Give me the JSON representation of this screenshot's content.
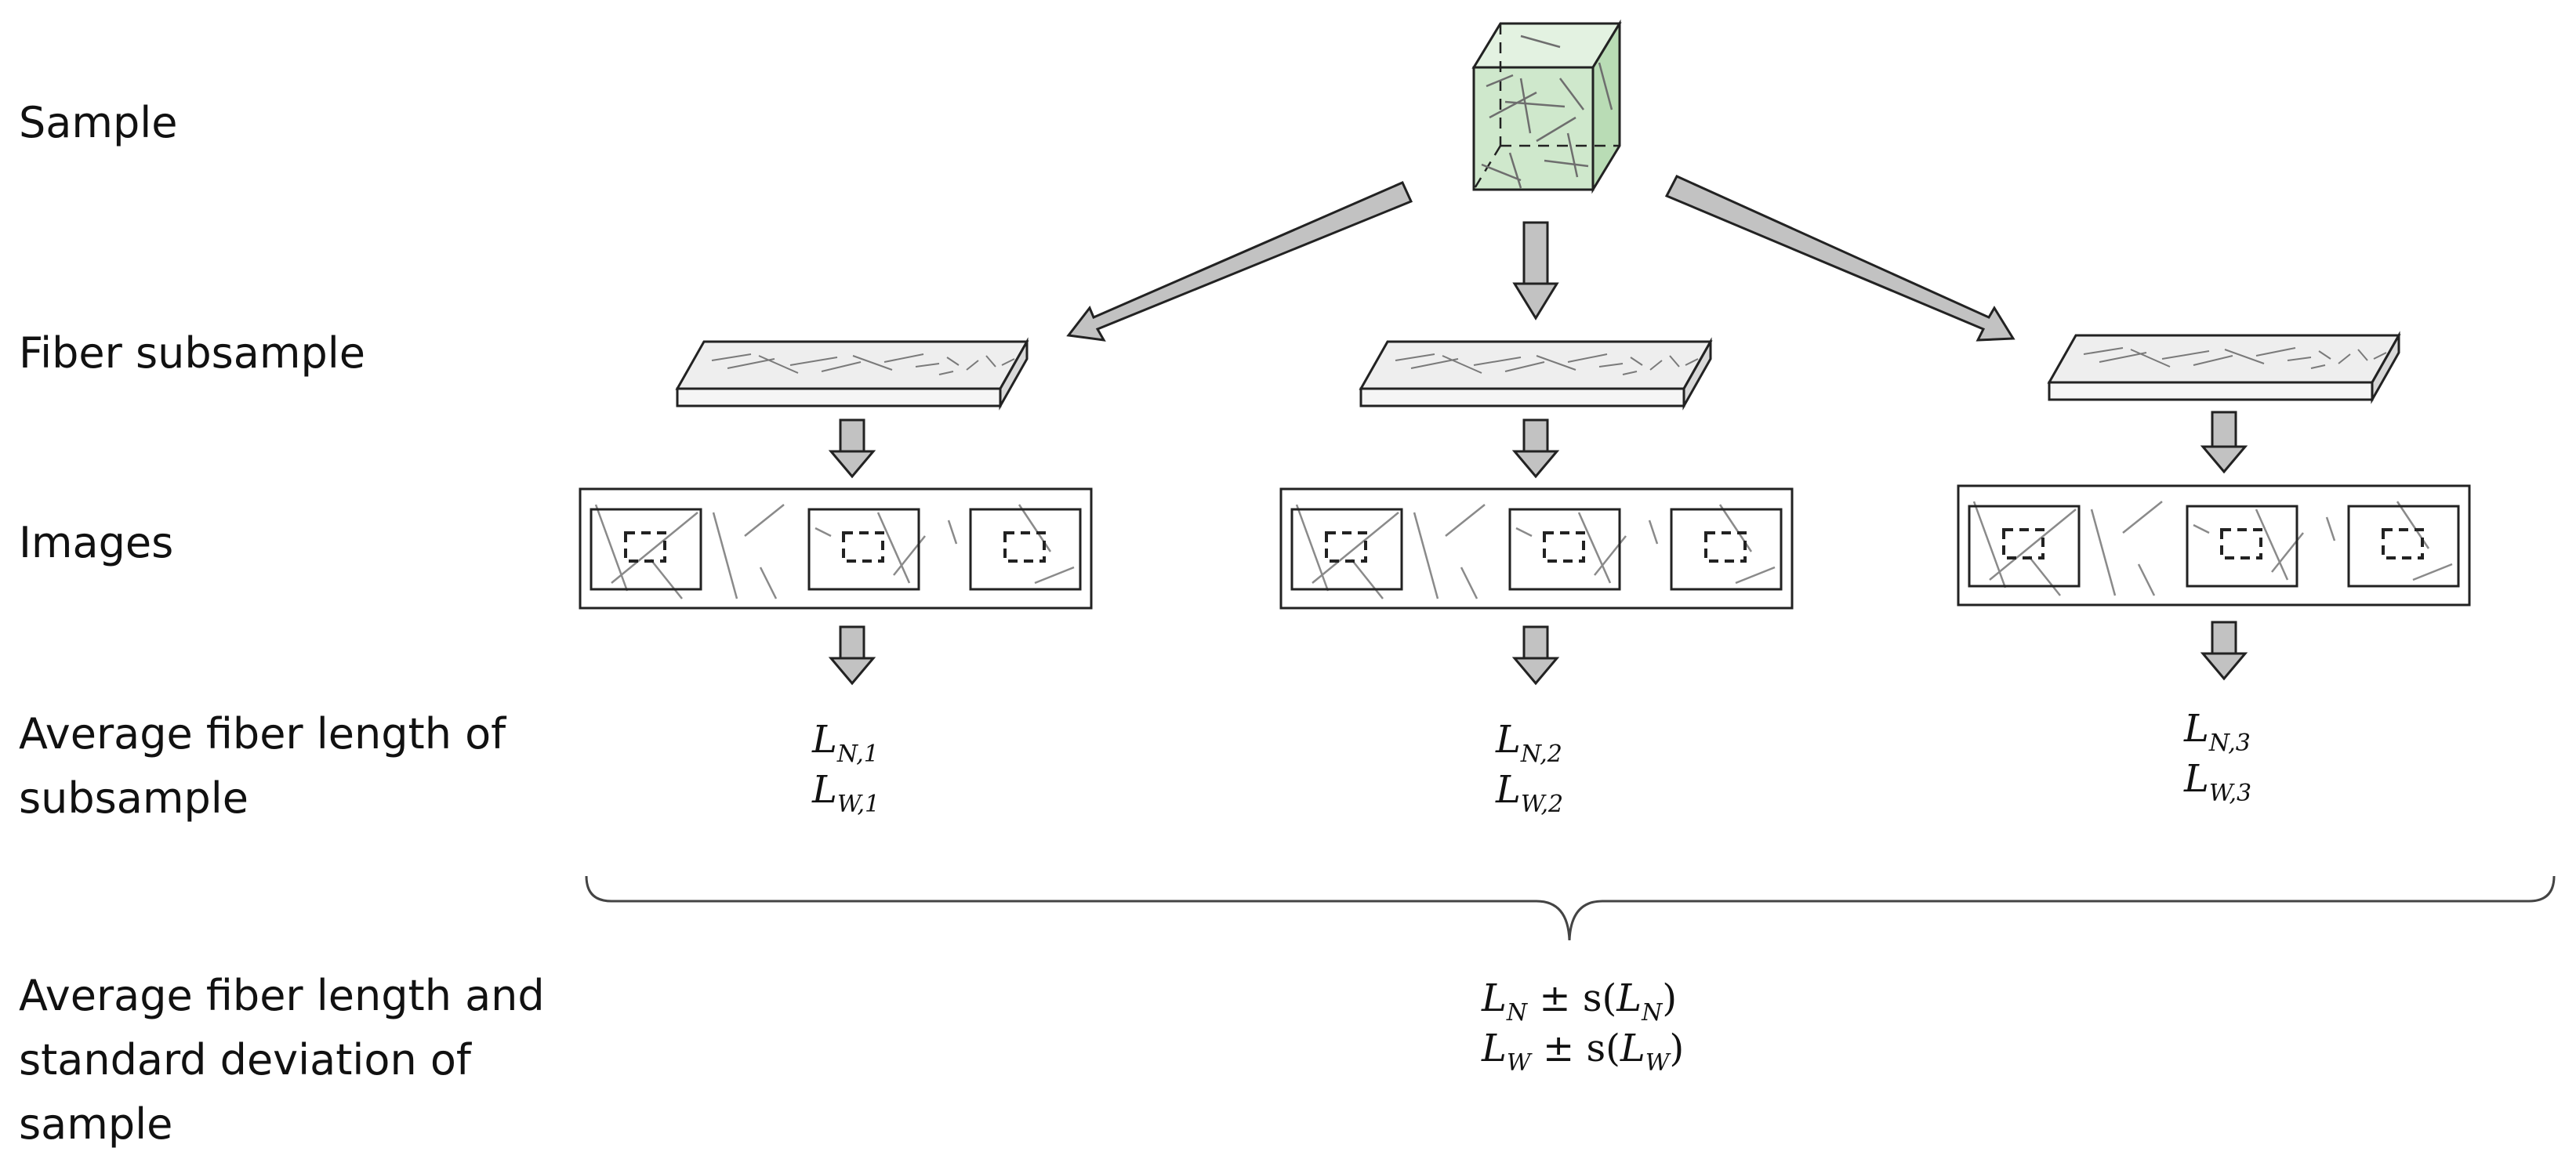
{
  "row_labels": [
    {
      "id": "sample",
      "text": "Sample"
    },
    {
      "id": "fiber-subsample",
      "text": "Fiber subsample"
    },
    {
      "id": "images",
      "text": "Images"
    },
    {
      "id": "average-subsample",
      "text": "Average fiber length of\nsubsample"
    },
    {
      "id": "average-sample",
      "text": "Average fiber length and\nstandard deviation of\nsample"
    }
  ],
  "columns": [
    {
      "ln": {
        "main": "L",
        "sub": "N,1"
      },
      "lw": {
        "main": "L",
        "sub": "W,1"
      }
    },
    {
      "ln": {
        "main": "L",
        "sub": "N,2"
      },
      "lw": {
        "main": "L",
        "sub": "W,2"
      }
    },
    {
      "ln": {
        "main": "L",
        "sub": "N,3"
      },
      "lw": {
        "main": "L",
        "sub": "W,3"
      }
    }
  ],
  "result": {
    "ln": {
      "main": "L",
      "sub": "N",
      "rest": " ± s(",
      "main2": "L",
      "sub2": "N",
      "close": ")"
    },
    "lw": {
      "main": "L",
      "sub": "W",
      "rest": " ± s(",
      "main2": "L",
      "sub2": "W",
      "close": ")"
    }
  },
  "colors": {
    "cube_front": "#cfe8cc",
    "cube_top": "#e3f2e1",
    "cube_side": "#b9dcb5",
    "arrow_fill": "#c2c2c2",
    "slab_fill": "#eeeeee",
    "stroke": "#222222",
    "fiber": "#7a7a7a"
  }
}
